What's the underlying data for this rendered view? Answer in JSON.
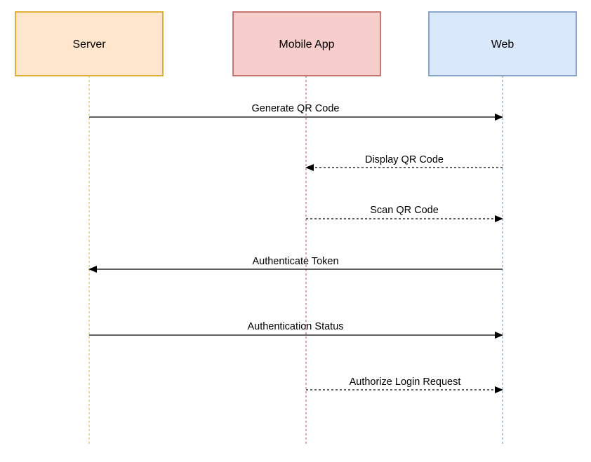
{
  "actors": [
    {
      "id": "server",
      "label": "Server",
      "fill": "#ffe6cc",
      "stroke": "#d79b00",
      "lifeline": "#d6b656"
    },
    {
      "id": "mobile",
      "label": "Mobile App",
      "fill": "#f8cecc",
      "stroke": "#b85450",
      "lifeline": "#b85450"
    },
    {
      "id": "web",
      "label": "Web",
      "fill": "#dae8fc",
      "stroke": "#6c8ebf",
      "lifeline": "#6c8ebf"
    }
  ],
  "messages": [
    {
      "label": "Generate QR Code",
      "from": "server",
      "to": "web",
      "style": "solid"
    },
    {
      "label": "Display QR Code",
      "from": "web",
      "to": "mobile",
      "style": "dashed"
    },
    {
      "label": "Scan QR Code",
      "from": "mobile",
      "to": "web",
      "style": "dashed"
    },
    {
      "label": "Authenticate Token",
      "from": "web",
      "to": "server",
      "style": "solid"
    },
    {
      "label": "Authentication Status",
      "from": "server",
      "to": "web",
      "style": "solid"
    },
    {
      "label": "Authorize Login Request",
      "from": "mobile",
      "to": "web",
      "style": "dashed"
    }
  ]
}
